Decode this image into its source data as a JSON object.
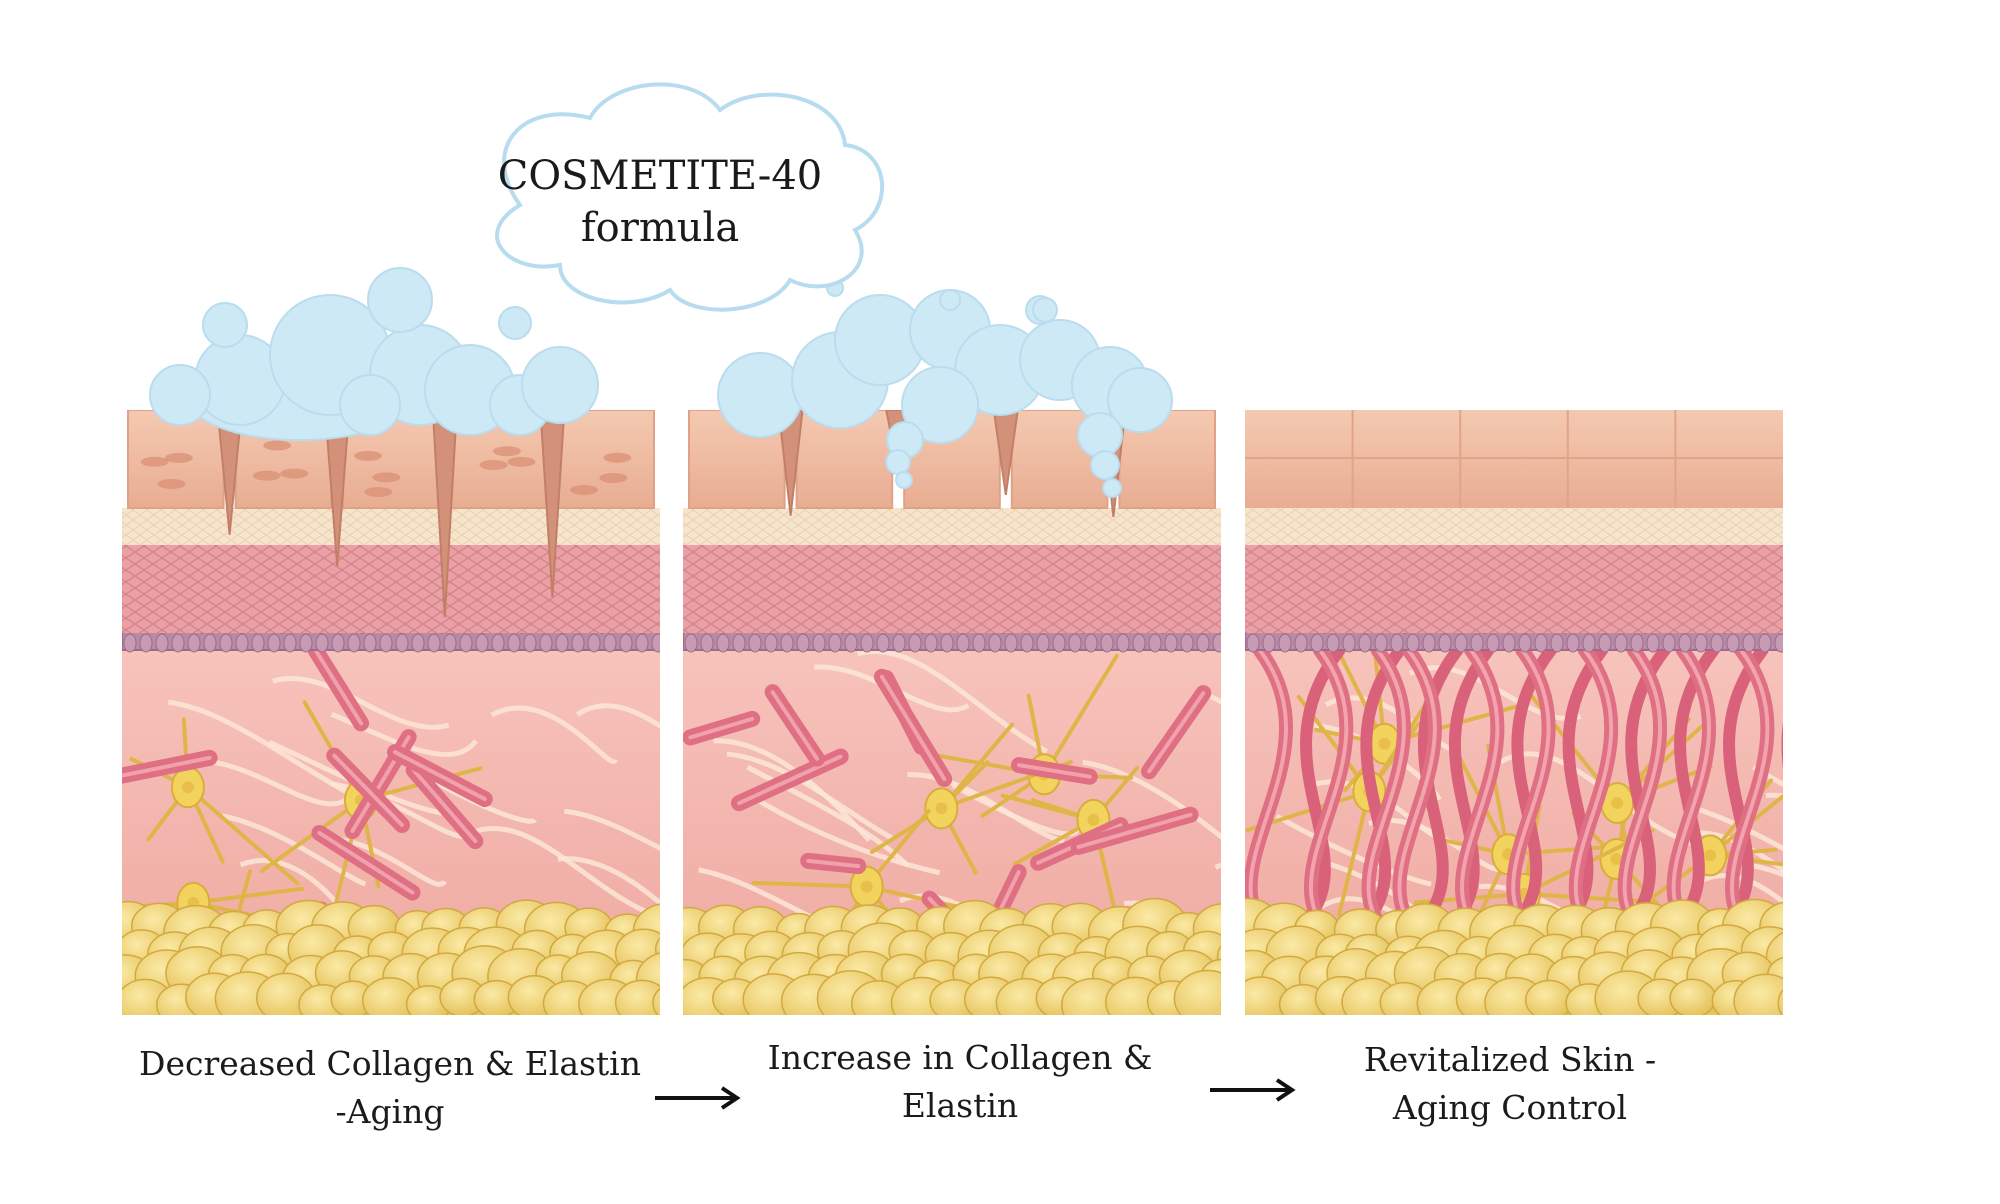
{
  "cloud": {
    "line1": "COSMETITE-40",
    "line2": "formula"
  },
  "stages": [
    {
      "caption_line1": "Decreased Collagen & Elastin",
      "caption_line2": "-Aging"
    },
    {
      "caption_line1": "Increase in Collagen &",
      "caption_line2": "Elastin"
    },
    {
      "caption_line1": "Revitalized Skin -",
      "caption_line2": "Aging Control"
    }
  ],
  "colors": {
    "epidermis_top": "#f2c3a8",
    "epidermis_side": "#e6a98c",
    "granular_layer": "#f6e3c8",
    "spinous_layer": "#e89aa1",
    "basal_layer": "#b98aa6",
    "dermis": "#f3b9b0",
    "collagen_fiber": "#df6f83",
    "elastin_fiber": "#fbe6d7",
    "fibroblast": "#e8c352",
    "fat": "#f0d579",
    "foam": "#cde9f5",
    "cloud_outline": "#b7dcef"
  }
}
